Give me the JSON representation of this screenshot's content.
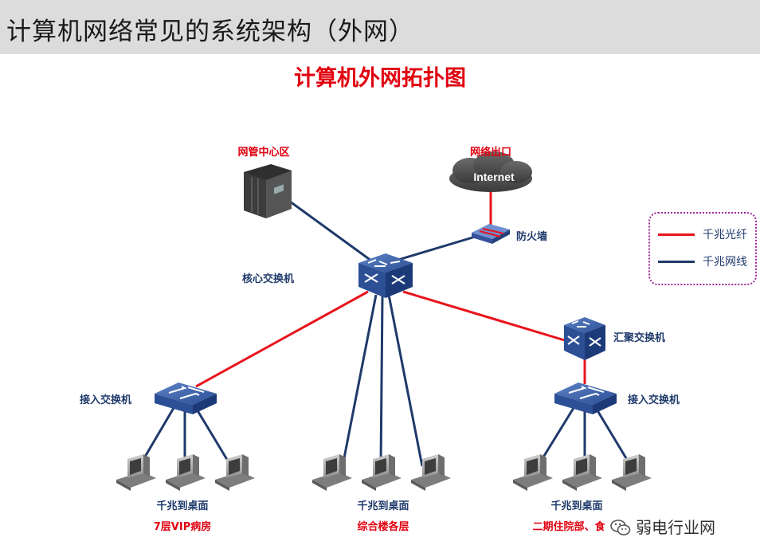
{
  "header": {
    "title": "计算机网络常见的系统架构（外网）"
  },
  "diagram_title": "计算机外网拓扑图",
  "internet_label": "Internet",
  "labels": {
    "mgmt": "网管中心区",
    "exit": "网络出口",
    "firewall": "防火墙",
    "core": "核心交换机",
    "agg": "汇聚交换机",
    "access_left": "接入交换机",
    "access_right": "接入交换机"
  },
  "groups": [
    {
      "desk": "千兆到桌面",
      "name": "7层VIP病房"
    },
    {
      "desk": "千兆到桌面",
      "name": "综合楼各层"
    },
    {
      "desk": "千兆到桌面",
      "name": "二期住院部、食"
    }
  ],
  "legend": {
    "fiber_label": "千兆光纤",
    "cable_label": "千兆网线",
    "fiber_color": "#e8141c",
    "cable_color": "#1f3a6b"
  },
  "watermark": "弱电行业网"
}
